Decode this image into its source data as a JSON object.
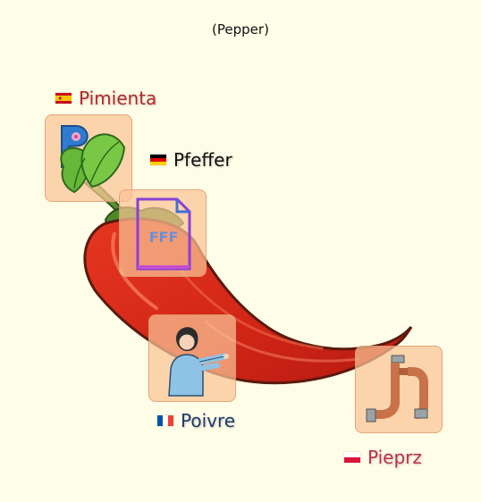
{
  "title": "(Pepper)",
  "items": [
    {
      "word": "Pimienta",
      "flag": "spain-flag",
      "color": "#b3282d",
      "icon": "p-letter-leaves-icon"
    },
    {
      "word": "Pfeffer",
      "flag": "germany-flag",
      "color": "#111111",
      "icon": "fff-file-icon"
    },
    {
      "word": "Poivre",
      "flag": "france-flag",
      "color": "#1f3a6e",
      "icon": "person-pointing-icon"
    },
    {
      "word": "Pieprz",
      "flag": "poland-flag",
      "color": "#c0304a",
      "icon": "copper-pipes-icon"
    }
  ],
  "illustration": "red-chili-pepper"
}
